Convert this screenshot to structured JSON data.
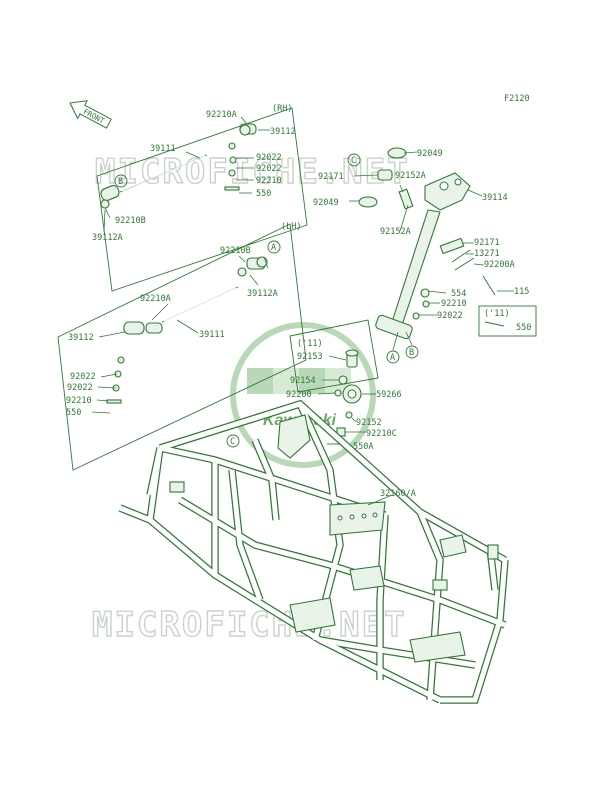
{
  "page": {
    "code": "F2120",
    "direction_label": "FRONT",
    "watermark": "MICROFICHE.NET",
    "logo_text": "Kawasaki"
  },
  "colors": {
    "line": "#2f7a33",
    "fill": "#e9f3e7",
    "watermark": "#c9d3c9",
    "logo": "#6aa86c"
  },
  "rh_group": {
    "side": "(RH)",
    "parts": [
      "92210A",
      "39112",
      "39111",
      "92022",
      "92022",
      "92210",
      "550",
      "92210B",
      "39112A"
    ],
    "ref_letter": "B"
  },
  "lh_group": {
    "side": "(LH)",
    "parts": [
      "92210B",
      "39112A",
      "92210A",
      "39111",
      "39112",
      "92022",
      "92022",
      "92210",
      "550"
    ],
    "ref_letter": "A"
  },
  "steering": {
    "parts": [
      "92049",
      "92171",
      "92152A",
      "39114",
      "92049",
      "92152A",
      "92171",
      "13271",
      "92200A",
      "554",
      "92210",
      "115",
      "92022"
    ],
    "note_11": "('11)",
    "note_11_part": "550",
    "refs": [
      "C",
      "A",
      "B"
    ]
  },
  "center": {
    "note_11": "('11)",
    "parts": [
      "92153",
      "92154",
      "92200",
      "59266",
      "92152",
      "92210C",
      "550A"
    ]
  },
  "frame": {
    "part": "32160/A",
    "ref": "C"
  }
}
